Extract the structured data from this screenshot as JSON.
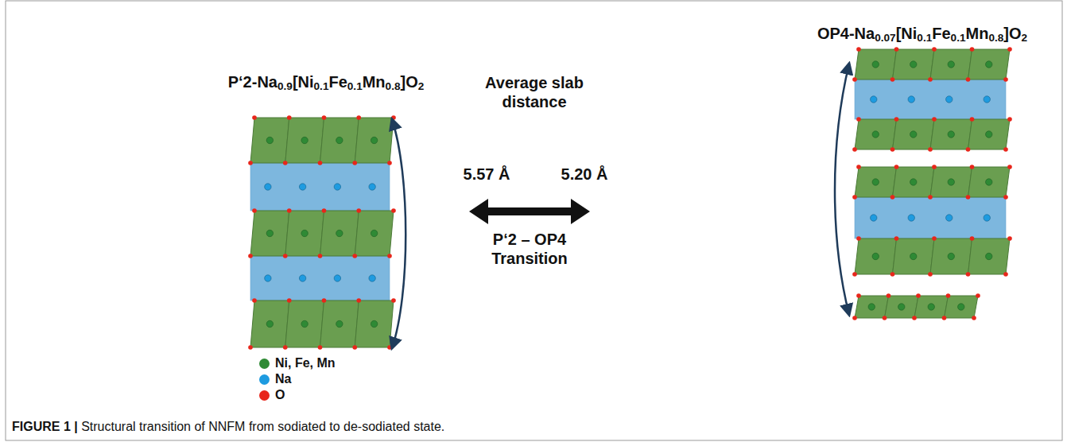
{
  "diagram": {
    "caption": "FIGURE 1 | Structural transition of NNFM from sodiated to de-sodiated state.",
    "labels": [
      "P‘2-Na0.9[Ni0.1Fe0.1Mn0.8]O2",
      "OP4-Na0.07[Ni0.1Fe0.1Mn0.8]O2",
      "Average slab distance",
      "5.57 Å",
      "5.20 Å",
      "P‘2 – OP4 Transition"
    ],
    "legend": [
      {
        "text": "Ni, Fe, Mn",
        "color": "#2f8a35"
      },
      {
        "text": "Na",
        "color": "#1e9be0"
      },
      {
        "text": "O",
        "color": "#e8261b"
      }
    ]
  }
}
